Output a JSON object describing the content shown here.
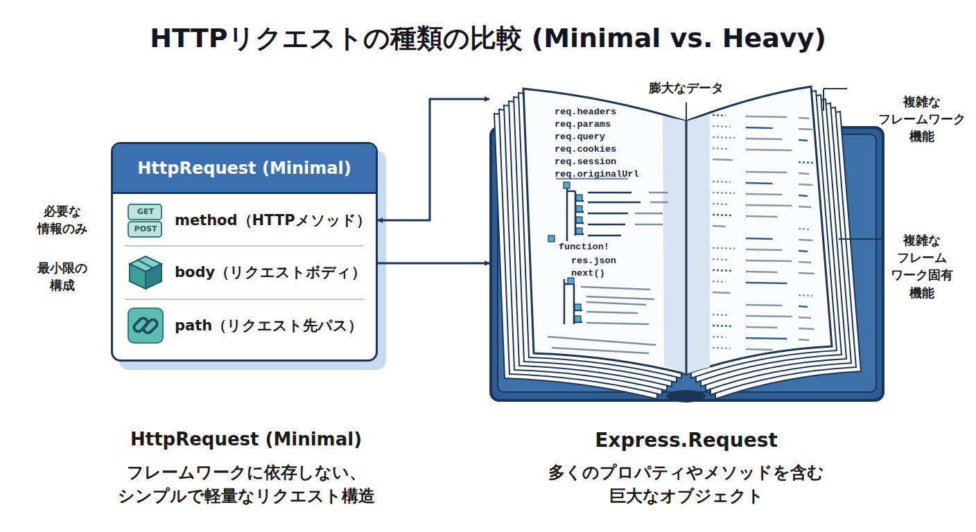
{
  "diagram": {
    "title": "HTTPリクエストの種類の比較 (Minimal vs. Heavy)",
    "nodes": [
      {
        "text": [
          "HttpRequest (Minimal)"
        ]
      },
      {
        "text": [
          "method（HTTPメソッド）"
        ],
        "in": 0
      },
      {
        "text": [
          "body（リクエストボディ）"
        ],
        "in": 0
      },
      {
        "text": [
          "path（リクエスト先パス）"
        ],
        "in": 0
      },
      {
        "text": [
          "req.headers",
          "req.params",
          "req.query",
          "req.cookies",
          "req.session",
          "req.originalUrl",
          "function!",
          "res.json",
          "next()"
        ]
      }
    ],
    "edges": [
      {
        "from": 0,
        "to": 4,
        "arrow": "both"
      },
      {
        "from": 0,
        "to": 4,
        "arrow": "to"
      }
    ],
    "labels": [
      "GET",
      "POST",
      "必要な 情報のみ",
      "最小限の 構成",
      "膨大なデータ",
      "複雑な フレームワーク 機能",
      "複雑な フレーム ワーク固有 機能",
      "HttpRequest (Minimal)",
      "フレームワークに依存しない、 シンプルで軽量なリクエスト構造",
      "Express.Request",
      "多くのプロパティやメソッドを含む 巨大なオブジェクト"
    ]
  }
}
